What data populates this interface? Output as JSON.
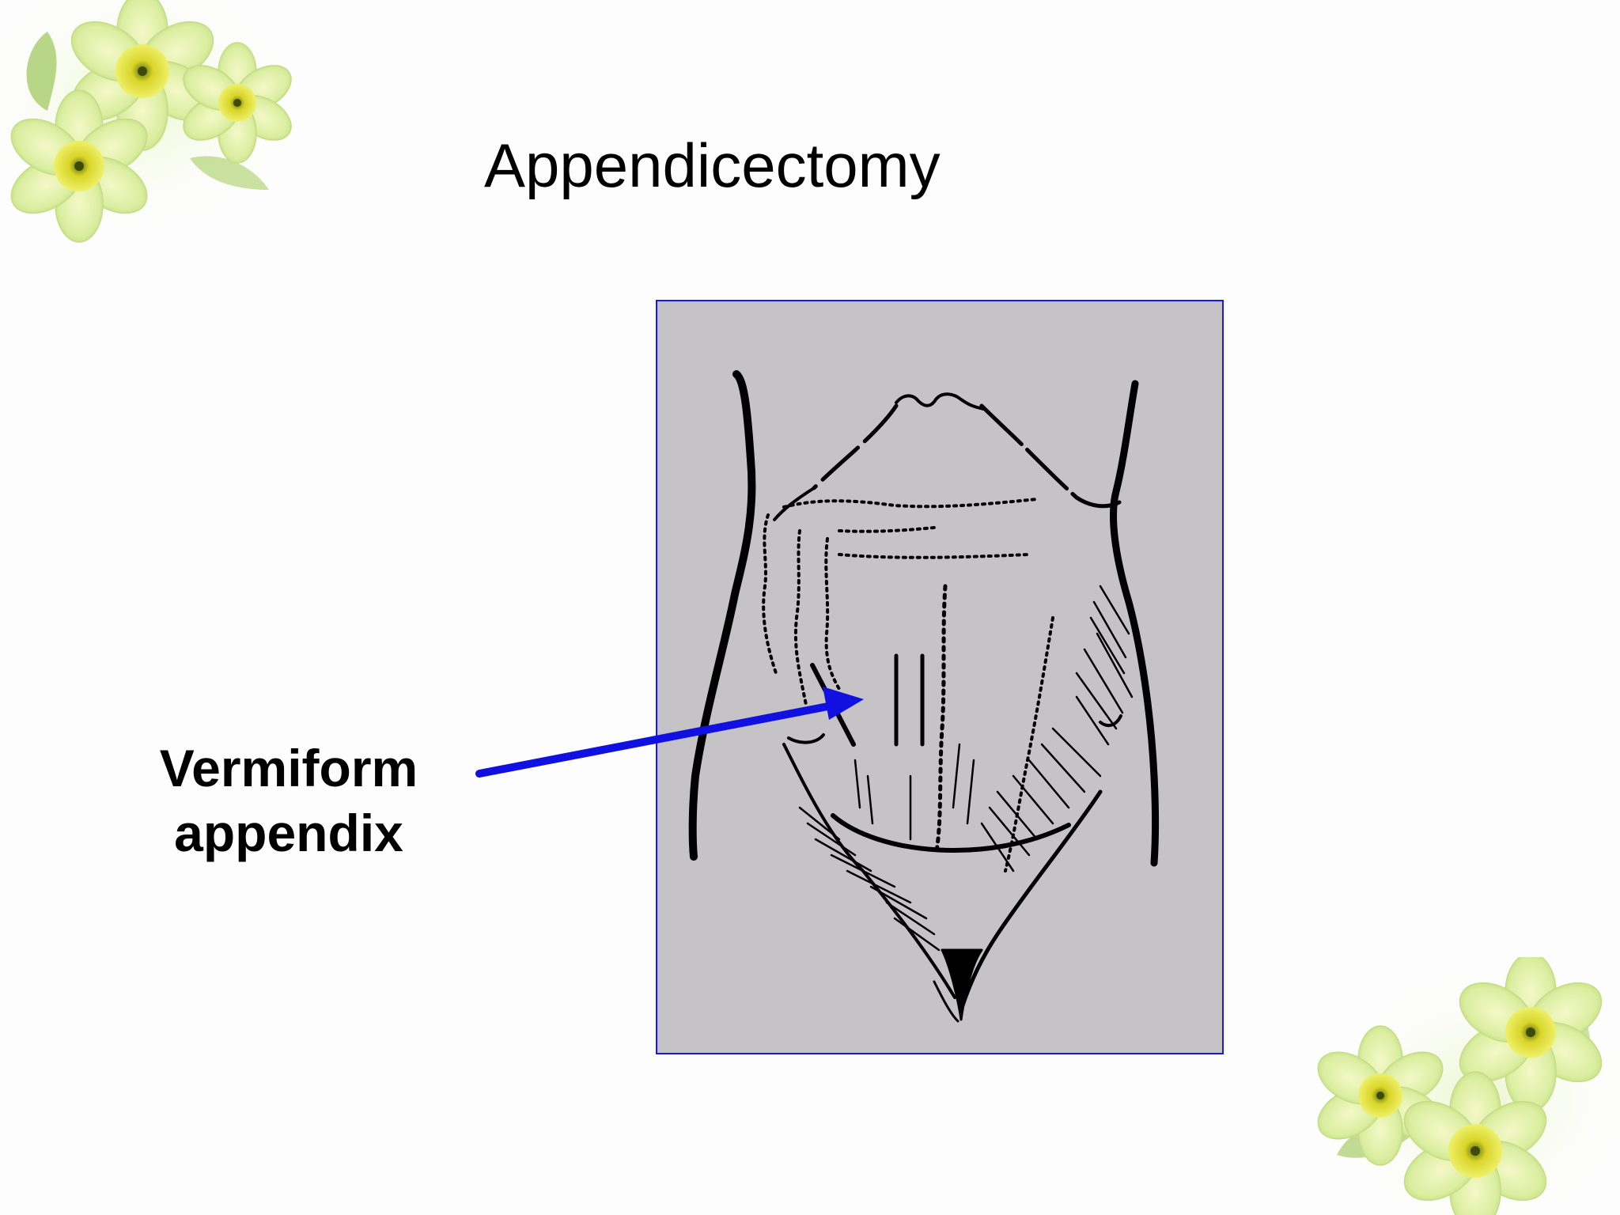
{
  "slide": {
    "title": "Appendicectomy",
    "callout": {
      "line1": "Vermiform",
      "line2": "appendix"
    }
  },
  "colors": {
    "background": "#fdfdfd",
    "panel_fill": "#c5c3c6",
    "panel_border": "#1a1ae6",
    "arrow": "#1010e0",
    "text": "#000000"
  },
  "icons": {
    "top_left": "daffodil-flowers-icon",
    "bottom_right": "daffodil-flowers-icon"
  }
}
